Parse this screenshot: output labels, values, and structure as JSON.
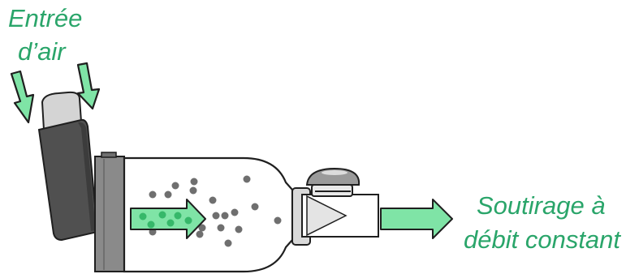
{
  "colors": {
    "label_green": "#2aa56a",
    "arrow_fill": "#7fe4a6",
    "arrow_stroke": "#1f1f1f",
    "particle_gray": "#6f6f6f",
    "particle_green": "#36b86a",
    "inhaler_dark": "#505050",
    "canister_gray": "#d4d4d4",
    "collar_gray": "#8a8a8a"
  },
  "labels": {
    "air_inlet_line1": "Entrée",
    "air_inlet_line2": "d’air",
    "outlet_line1": "Soutirage à",
    "outlet_line2": "débit constant"
  },
  "icons": [
    "air-inlet-arrow",
    "flow-arrow",
    "outlet-arrow",
    "aerosol-particle"
  ]
}
